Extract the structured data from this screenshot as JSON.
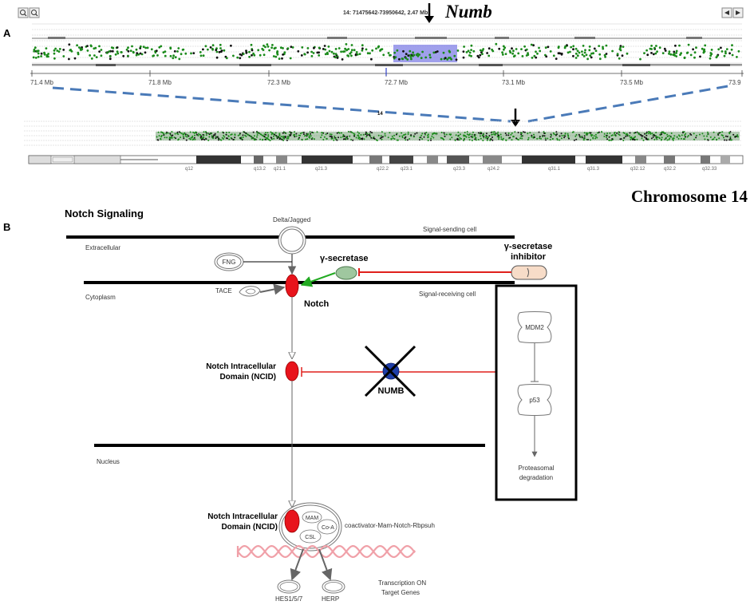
{
  "panel_a": {
    "label": "A",
    "coords_label": "14: 71475642-73950642, 2.47 Mb",
    "numb_label": "Numb",
    "chromosome_label": "Chromosome 14",
    "axis_ticks": [
      "71.4 Mb",
      "71.8 Mb",
      "72.3 Mb",
      "72.7 Mb",
      "73.1 Mb",
      "73.5 Mb",
      "73.9"
    ],
    "overview_chrom_num": "14",
    "band_labels": [
      "q12",
      "q13.2",
      "q21.1",
      "q21.3",
      "q22.2",
      "q23.1",
      "q23.3",
      "q24.2",
      "q31.1",
      "q31.3",
      "q32.12",
      "q32.2",
      "q32.33"
    ],
    "colors": {
      "points": "#1a8a1a",
      "highlight": "#8080e6",
      "dashed": "#4a7ab8"
    }
  },
  "panel_b": {
    "label": "B",
    "title": "Notch Signaling",
    "delta_jagged": "Delta/Jagged",
    "signal_sending": "Signal-sending cell",
    "extracellular": "Extracellular",
    "fng": "FNG",
    "gamma_secretase": "γ-secretase",
    "gamma_inhibitor_line1": "γ-secretase",
    "gamma_inhibitor_line2": "inhibitor",
    "tace": "TACE",
    "cytoplasm": "Cytoplasm",
    "notch": "Notch",
    "signal_receiving": "Signal-receiving cell",
    "mdm2": "MDM2",
    "p53": "p53",
    "proteasomal_line1": "Proteasomal",
    "proteasomal_line2": "degradation",
    "ncid_line1": "Notch Intracellular",
    "ncid_line2": "Domain (NCID)",
    "numb": "NUMB",
    "nucleus": "Nucleus",
    "mam": "MAM",
    "coa": "Co-A",
    "csl": "CSL",
    "coactivator": "coactivator-Mam-Notch-Rbpsuh",
    "hes": "HES1/5/7",
    "herp": "HERP",
    "transcription_line1": "Transcription ON",
    "transcription_line2": "Target Genes",
    "colors": {
      "notch": "#e8141c",
      "numb": "#1f3ea8",
      "inhibit": "#e0201c",
      "activate": "#22aa22",
      "gamma": "#9fc79f"
    }
  }
}
